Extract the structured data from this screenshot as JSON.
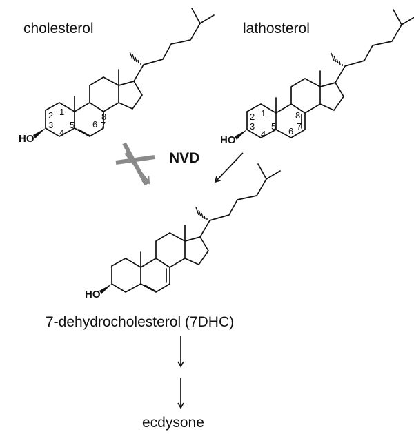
{
  "labels": {
    "cholesterol": "cholesterol",
    "lathosterol": "lathosterol",
    "product": "7-dehydrocholesterol (7DHC)",
    "final": "ecdysone",
    "enzyme": "NVD",
    "hydroxyl": "HO"
  },
  "ring_numbers": [
    "1",
    "2",
    "3",
    "4",
    "5",
    "6",
    "7",
    "8"
  ],
  "colors": {
    "line": "#111111",
    "blocked_arrow": "#8a8a8a"
  },
  "icons": {
    "blocked": "blocked-arrow-icon",
    "reaction": "reaction-arrow-icon"
  }
}
